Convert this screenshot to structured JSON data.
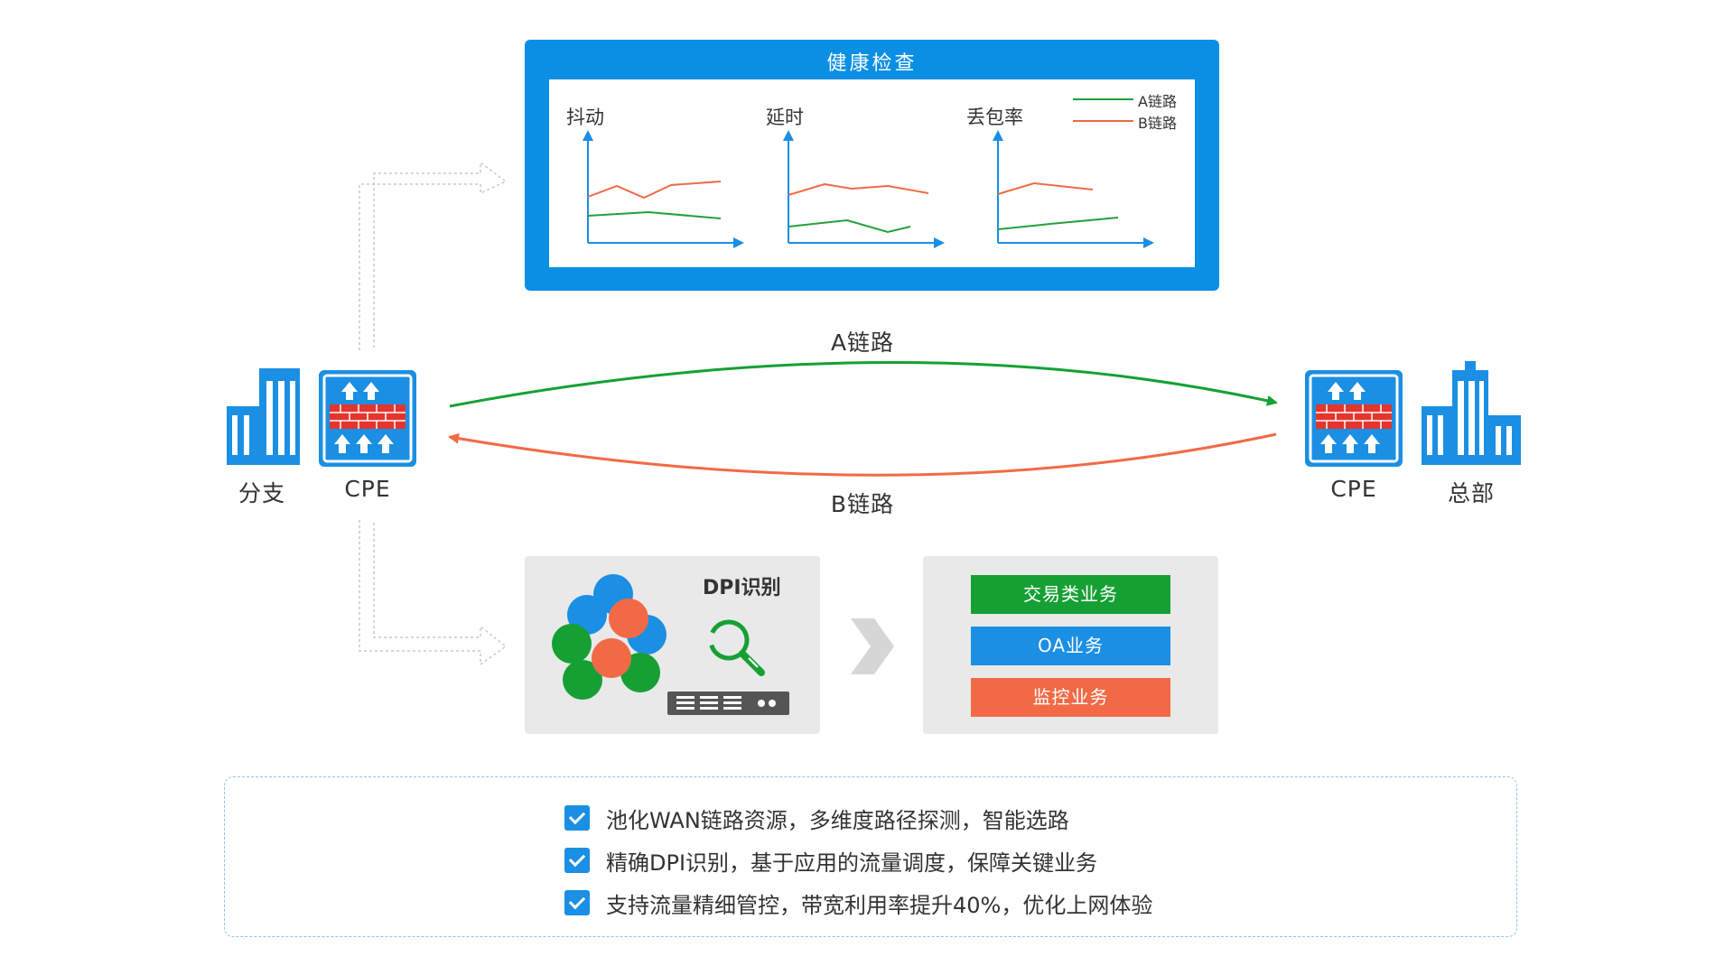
{
  "health_check": {
    "title": "健康检查",
    "charts": [
      {
        "title": "抖动"
      },
      {
        "title": "延时"
      },
      {
        "title": "丢包率"
      }
    ],
    "legend": [
      {
        "label": "A链路",
        "color": "#22a03c"
      },
      {
        "label": "B链路",
        "color": "#f26a45"
      }
    ]
  },
  "nodes": {
    "branch_label": "分支",
    "cpe_left_label": "CPE",
    "cpe_right_label": "CPE",
    "hq_label": "总部"
  },
  "links": {
    "a_label": "A链路",
    "b_label": "B链路",
    "a_color": "#16a034",
    "b_color": "#f26a45"
  },
  "dpi": {
    "title": "DPI识别"
  },
  "services": [
    {
      "label": "交易类业务",
      "color": "#16a034"
    },
    {
      "label": "OA业务",
      "color": "#1a8fe3"
    },
    {
      "label": "监控业务",
      "color": "#f26a45"
    }
  ],
  "features": [
    "池化WAN链路资源，多维度路径探测，智能选路",
    "精确DPI识别，基于应用的流量调度，保障关键业务",
    "支持流量精细管控，带宽利用率提升40%，优化上网体验"
  ],
  "colors": {
    "primary_blue": "#0b8fe4",
    "icon_blue": "#1a8fe3",
    "firewall_red": "#e5342d"
  }
}
